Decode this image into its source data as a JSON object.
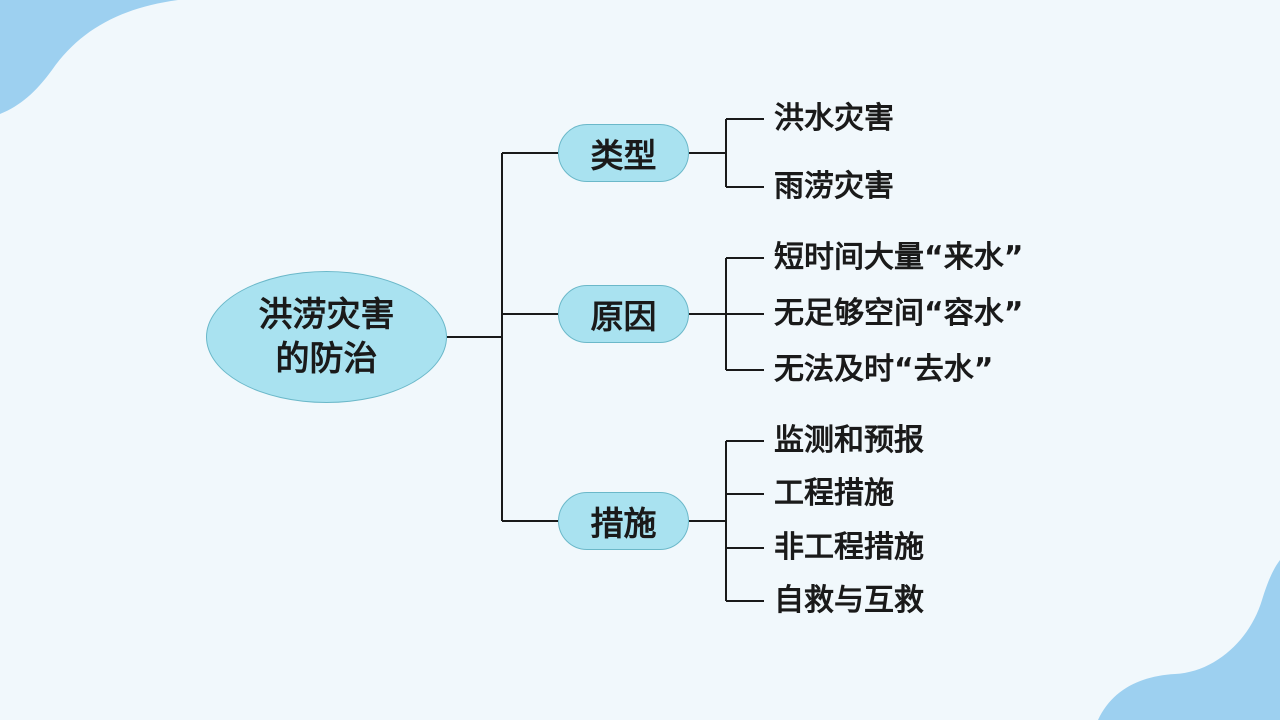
{
  "root": {
    "line1": "洪涝灾害",
    "line2": "的防治"
  },
  "branches": [
    {
      "label": "类型",
      "leaves": [
        "洪水灾害",
        "雨涝灾害"
      ]
    },
    {
      "label": "原因",
      "leaves": [
        "短时间大量“来水”",
        "无足够空间“容水”",
        "无法及时“去水”"
      ]
    },
    {
      "label": "措施",
      "leaves": [
        "监测和预报",
        "工程措施",
        "非工程措施",
        "自救与互救"
      ]
    }
  ],
  "colors": {
    "node_fill": "#a9e2f0",
    "node_border": "#6bb8c9",
    "line": "#1a1a1a",
    "blob": "#9dd0f0",
    "background": "#f1f8fc"
  }
}
